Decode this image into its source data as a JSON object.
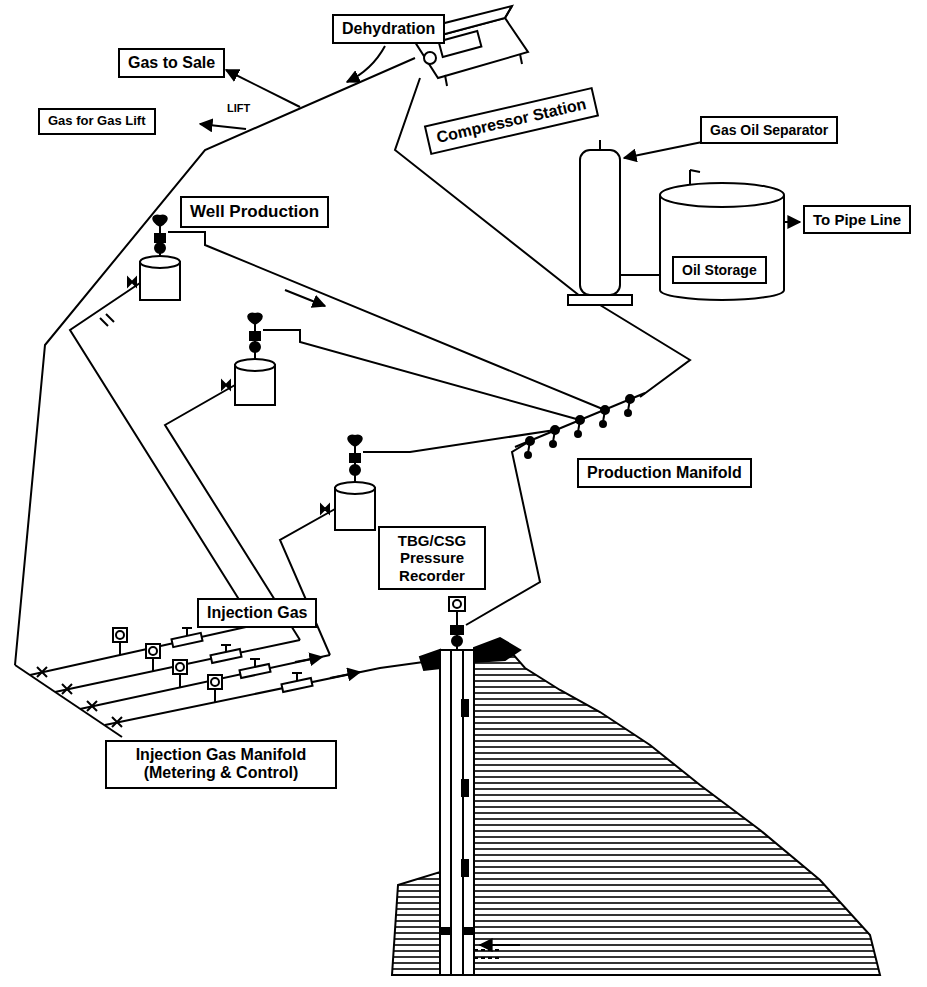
{
  "diagram": {
    "nodes": [
      {
        "text": [
          "Gas to Sale"
        ]
      },
      {
        "text": [
          "Dehydration"
        ]
      },
      {
        "text": [
          "Gas for Gas Lift"
        ]
      },
      {
        "text": [
          "Compressor Station"
        ]
      },
      {
        "text": [
          "Well Production"
        ]
      },
      {
        "text": [
          "Gas Oil Separator"
        ]
      },
      {
        "text": [
          "Oil Storage"
        ]
      },
      {
        "text": [
          "To Pipe Line"
        ]
      },
      {
        "text": [
          "Production Manifold"
        ]
      },
      {
        "text": [
          "TBG/CSG Pressure Recorder"
        ]
      },
      {
        "text": [
          "Injection Gas"
        ]
      },
      {
        "text": [
          "Injection Gas Manifold (Metering & Control)"
        ]
      }
    ],
    "labels": [
      "LIFT"
    ]
  }
}
